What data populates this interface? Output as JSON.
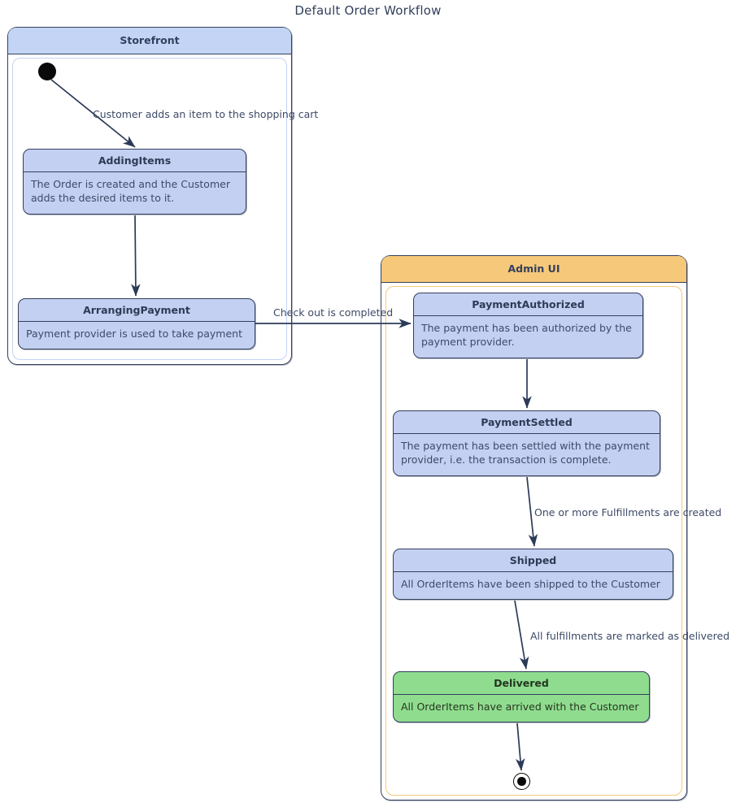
{
  "diagram": {
    "title": "Default Order Workflow",
    "type": "uml-state-machine",
    "colors": {
      "state_fill": "#c3d0f2",
      "state_final_fill": "#8fdc8f",
      "storefront_header": "#c3d4f5",
      "adminui_header": "#f6c87a",
      "border": "#33405c",
      "text": "#3d4a66"
    }
  },
  "containers": [
    {
      "id": "storefront",
      "label": "Storefront"
    },
    {
      "id": "adminui",
      "label": "Admin UI"
    }
  ],
  "pseudostates": [
    {
      "id": "initial",
      "kind": "initial",
      "container": "storefront"
    },
    {
      "id": "final",
      "kind": "final",
      "container": "adminui"
    }
  ],
  "states": [
    {
      "id": "AddingItems",
      "name": "AddingItems",
      "description": "The Order is created and the Customer adds the desired items to it.",
      "container": "storefront",
      "accent": "blue"
    },
    {
      "id": "ArrangingPayment",
      "name": "ArrangingPayment",
      "description": "Payment provider is used to take payment",
      "container": "storefront",
      "accent": "blue"
    },
    {
      "id": "PaymentAuthorized",
      "name": "PaymentAuthorized",
      "description": "The payment has been authorized by the payment provider.",
      "container": "adminui",
      "accent": "blue"
    },
    {
      "id": "PaymentSettled",
      "name": "PaymentSettled",
      "description": "The payment has been settled with the payment provider, i.e. the transaction is complete.",
      "container": "adminui",
      "accent": "blue"
    },
    {
      "id": "Shipped",
      "name": "Shipped",
      "description": "All OrderItems have been shipped to the Customer",
      "container": "adminui",
      "accent": "blue"
    },
    {
      "id": "Delivered",
      "name": "Delivered",
      "description": "All OrderItems have arrived with the Customer",
      "container": "adminui",
      "accent": "green"
    }
  ],
  "transitions": [
    {
      "id": "t1",
      "from": "initial",
      "to": "AddingItems",
      "label": "Customer adds an item to the shopping cart"
    },
    {
      "id": "t2",
      "from": "AddingItems",
      "to": "ArrangingPayment",
      "label": ""
    },
    {
      "id": "t3",
      "from": "ArrangingPayment",
      "to": "PaymentAuthorized",
      "label": "Check out is completed"
    },
    {
      "id": "t4",
      "from": "PaymentAuthorized",
      "to": "PaymentSettled",
      "label": ""
    },
    {
      "id": "t5",
      "from": "PaymentSettled",
      "to": "Shipped",
      "label": "One or more Fulfillments are created"
    },
    {
      "id": "t6",
      "from": "Shipped",
      "to": "Delivered",
      "label": "All fulfillments are marked as delivered"
    },
    {
      "id": "t7",
      "from": "Delivered",
      "to": "final",
      "label": ""
    }
  ]
}
